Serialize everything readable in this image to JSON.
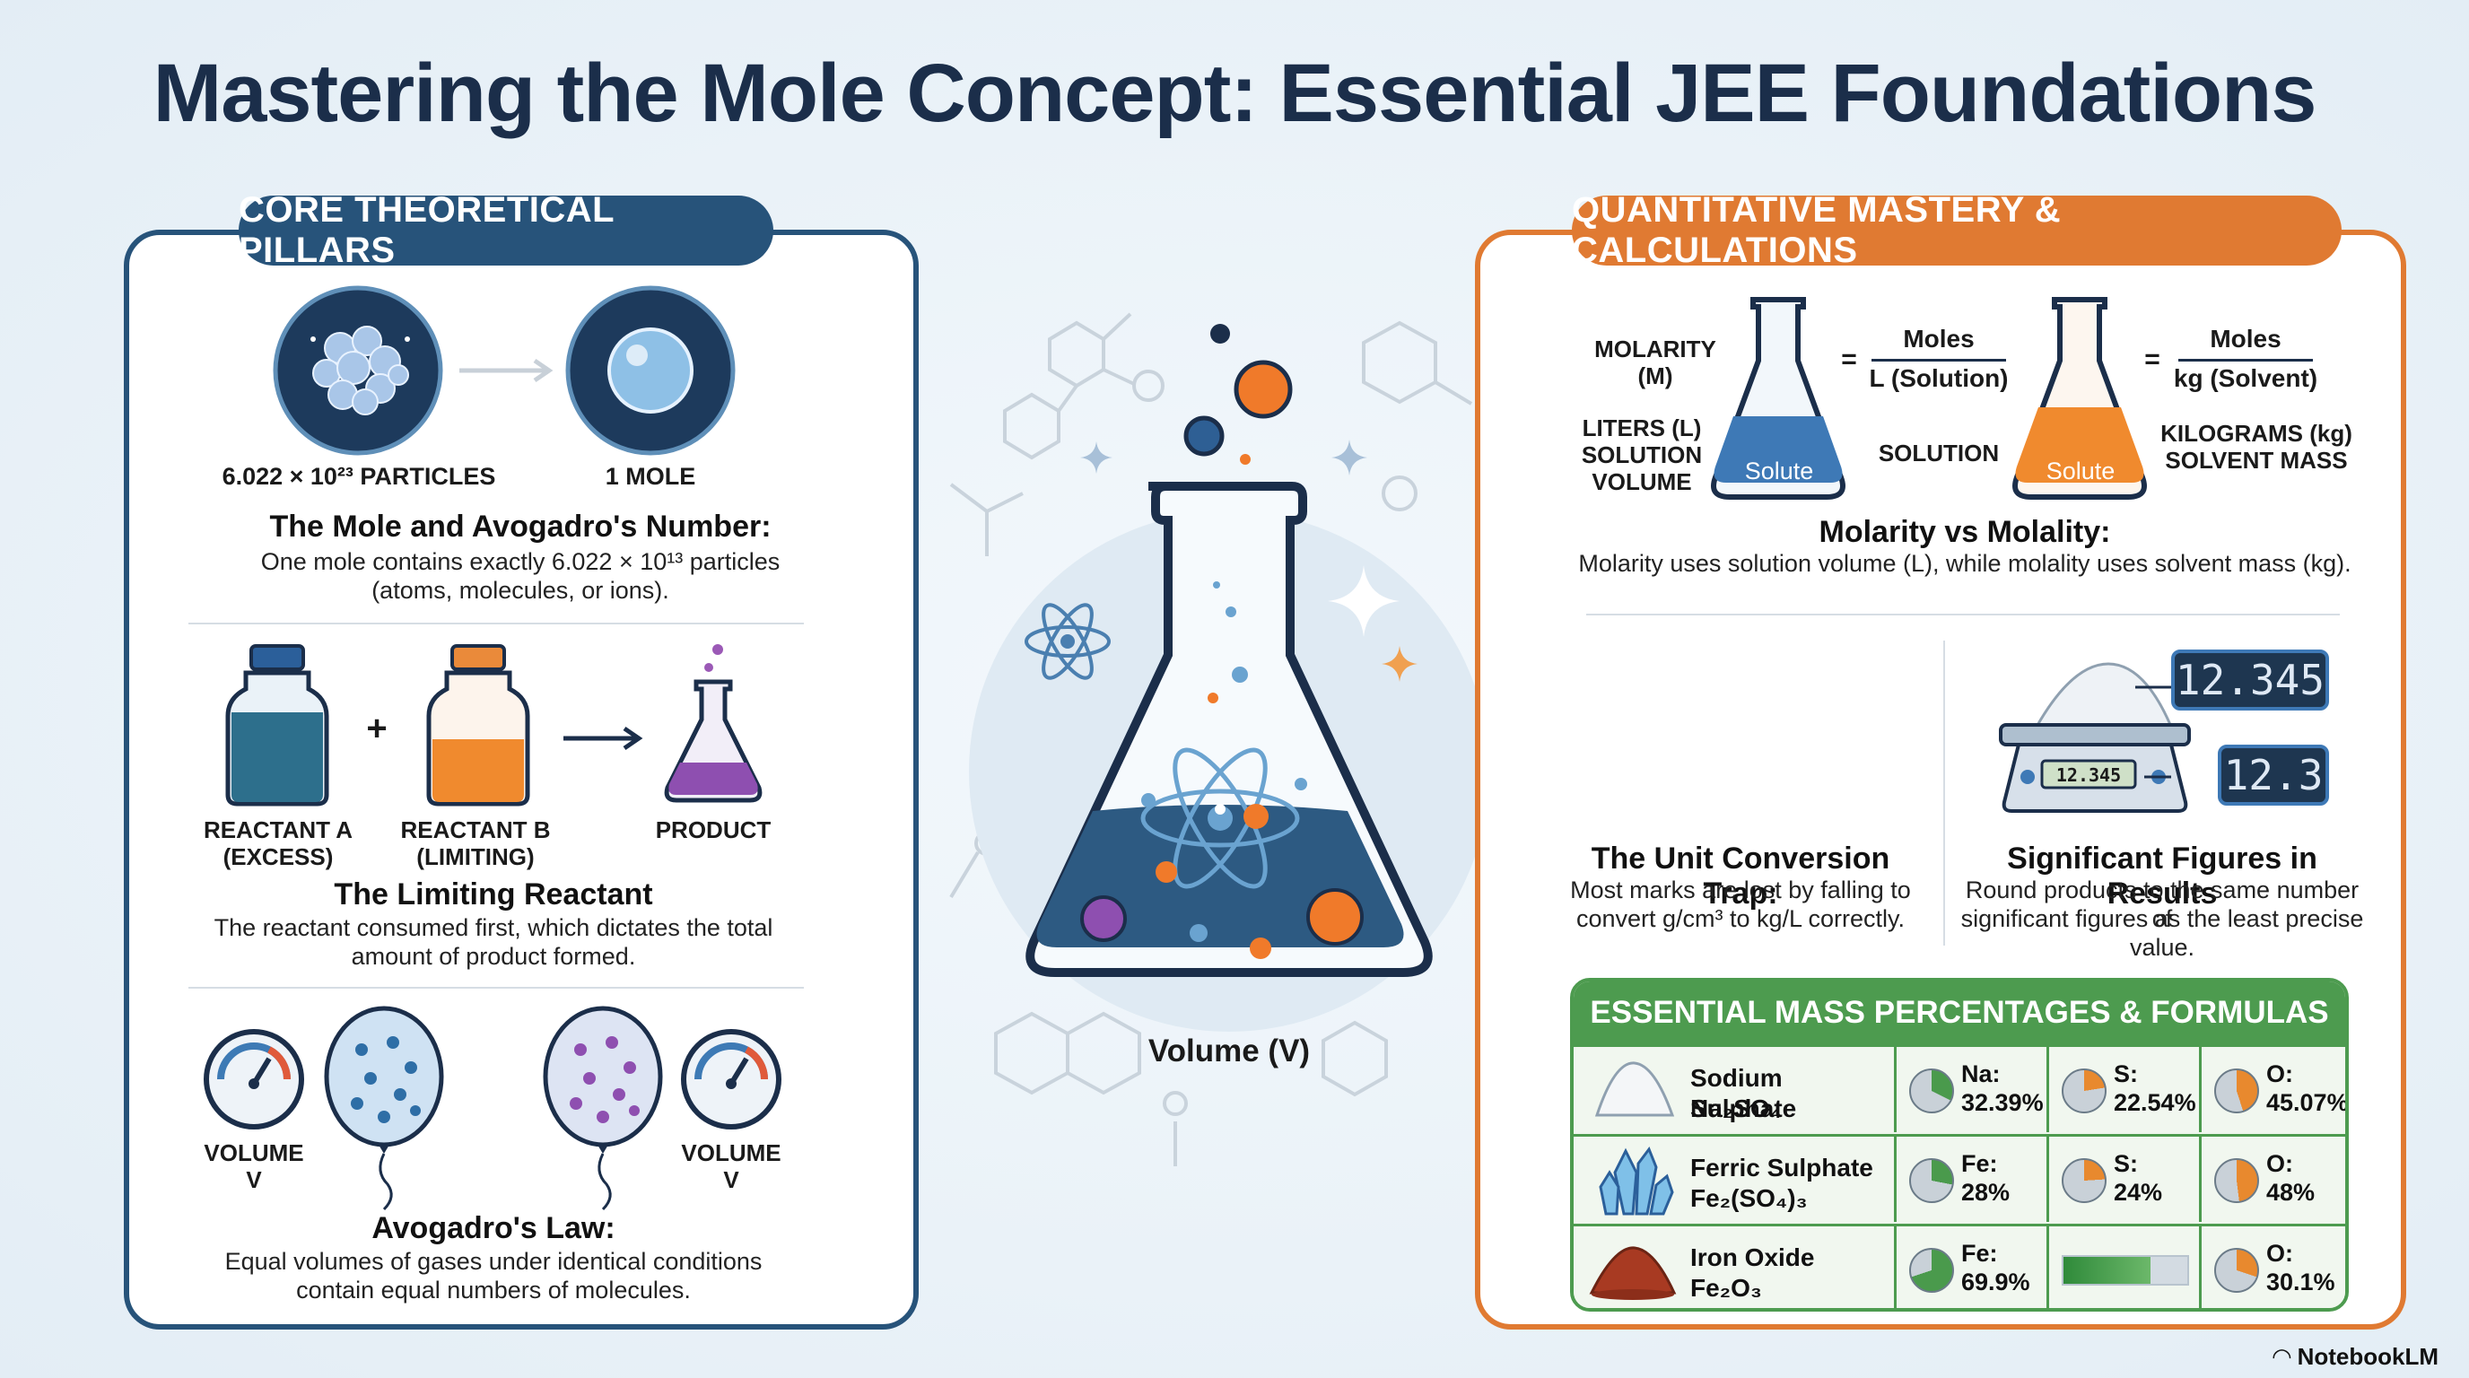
{
  "title": "Mastering the Mole Concept: Essential JEE Foundations",
  "left": {
    "pill": "CORE THEORETICAL PILLARS",
    "mole": {
      "label_particles": "6.022 × 10²³ PARTICLES",
      "label_mole": "1 MOLE",
      "heading": "The Mole and Avogadro's Number:",
      "body_line1": "One mole contains exactly 6.022 × 10¹³ particles",
      "body_line2": "(atoms, molecules, or ions)."
    },
    "limiting": {
      "reactant_a": "REACTANT A",
      "reactant_a_sub": "(EXCESS)",
      "reactant_b": "REACTANT B",
      "reactant_b_sub": "(LIMITING)",
      "product": "PRODUCT",
      "plus": "+",
      "heading": "The Limiting Reactant",
      "body_line1": "The reactant consumed first, which dictates the total",
      "body_line2": "amount of product formed."
    },
    "avogadro_law": {
      "volume_left": "VOLUME",
      "volume_left_sub": "V",
      "volume_right": "VOLUME",
      "volume_right_sub": "V",
      "heading": "Avogadro's Law:",
      "body_line1": "Equal volumes of gases under identical conditions",
      "body_line2": "contain equal numbers of molecules."
    }
  },
  "center": {
    "caption": "Volume (V)"
  },
  "right": {
    "pill": "QUANTITATIVE MASTERY & CALCULATIONS",
    "molarity": {
      "label_top": "MOLARITY",
      "label_top_sub": "(M)",
      "label_liters": "LITERS (L)",
      "label_liters_2": "SOLUTION",
      "label_liters_3": "VOLUME",
      "flask1_text": "Solute",
      "eq1": "=",
      "frac1_num": "Moles",
      "frac1_den": "L (Solution)",
      "solution_label": "SOLUTION",
      "flask2_text": "Solute",
      "eq2": "=",
      "frac2_num": "Moles",
      "frac2_den": "kg (Solvent)",
      "label_kg": "KILOGRAMS (kg)",
      "label_kg_2": "SOLVENT MASS",
      "heading": "Molarity vs Molality:",
      "body": "Molarity uses solution volume (L), while molality uses solvent mass (kg)."
    },
    "unit_trap": {
      "heading": "The Unit Conversion Trap:",
      "body_line1": "Most marks are lost by falling to",
      "body_line2": "convert g/cm³ to kg/L correctly."
    },
    "sig_figs": {
      "display_big": "12.345",
      "display_scale": "12.345",
      "display_round": "12.3",
      "heading": "Significant Figures in Results",
      "body_line1": "Round products to the same number of",
      "body_line2": "significant figures as the least precise",
      "body_line3": "value."
    },
    "mass_table": {
      "heading": "ESSENTIAL MASS PERCENTAGES & FORMULAS",
      "rows": [
        {
          "name": "Sodium Sulphate",
          "formula": "Na₂SO₄",
          "c1_label": "Na:",
          "c1_value": "32.39%",
          "c1_pct": 32.39,
          "c2_label": "S:",
          "c2_value": "22.54%",
          "c2_pct": 22.54,
          "c3_label": "O:",
          "c3_value": "45.07%",
          "c3_pct": 45.07
        },
        {
          "name": "Ferric Sulphate",
          "formula": "Fe₂(SO₄)₃",
          "c1_label": "Fe:",
          "c1_value": "28%",
          "c1_pct": 28,
          "c2_label": "S:",
          "c2_value": "24%",
          "c2_pct": 24,
          "c3_label": "O:",
          "c3_value": "48%",
          "c3_pct": 48
        },
        {
          "name": "Iron Oxide",
          "formula": "Fe₂O₃",
          "c1_label": "Fe:",
          "c1_value": "69.9%",
          "c1_pct": 69.9,
          "c2_bar_fill": 0.7,
          "c3_label": "O:",
          "c3_value": "30.1%",
          "c3_pct": 30.1
        }
      ]
    }
  },
  "footer": {
    "logo": "NotebookLM"
  },
  "colors": {
    "navy": "#27537a",
    "orange": "#e07a32",
    "green": "#4d9b4f",
    "pie_green": "#4a9a4c",
    "pie_orange": "#e8892e",
    "pie_gray": "#c9d1d8"
  }
}
